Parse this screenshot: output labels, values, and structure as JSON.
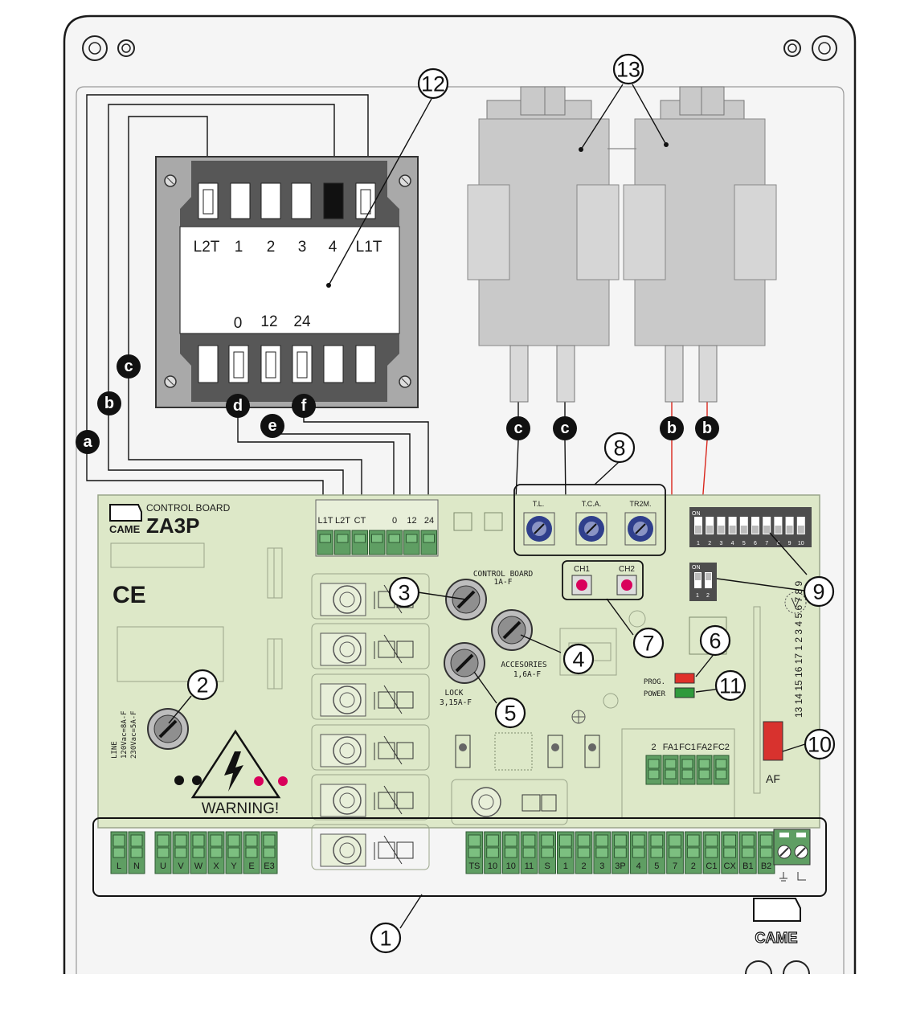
{
  "colors": {
    "board": "#dde8c8",
    "terminal": "#5f9e63",
    "enclosure": "#f4f4f4",
    "transformer_frame": "#a8a8a8",
    "capacitor": "#c9c9c9",
    "trimmer": "#2f3f8c",
    "button": "#d9005b",
    "led_prog": "#e0302a",
    "led_power": "#2f9a3c",
    "af_slot": "#d8322e",
    "wire_red": "#d9261c",
    "wire_black": "#111111"
  },
  "board": {
    "header": "CONTROL BOARD",
    "model": "ZA3P",
    "brand": "CAME",
    "ce_mark": "CE"
  },
  "transformer": {
    "top_labels": [
      "L2T",
      "1",
      "2",
      "3",
      "4",
      "L1T"
    ],
    "bottom_labels": [
      "0",
      "12",
      "24"
    ]
  },
  "terminals": {
    "transformer_block": [
      "L1T",
      "L2T",
      "CT",
      "",
      "0",
      "12",
      "24"
    ],
    "line": [
      "L",
      "N"
    ],
    "motors": [
      "U",
      "V",
      "W",
      "X",
      "Y",
      "E",
      "E3"
    ],
    "controls": [
      "TS",
      "10",
      "10",
      "11",
      "S",
      "1",
      "2",
      "3",
      "3P",
      "4",
      "5",
      "7",
      "2",
      "C1",
      "CX",
      "B1",
      "B2"
    ],
    "limit_switches": [
      "2",
      "FA1",
      "FC1",
      "FA2",
      "FC2"
    ]
  },
  "fuses": {
    "line": [
      "LINE",
      "120Vac=8A-F",
      "230Vac=5A-F"
    ],
    "control_board": [
      "CONTROL BOARD",
      "1A-F"
    ],
    "accessories": [
      "ACCESORIES",
      "1,6A-F"
    ],
    "lock": [
      "LOCK",
      "3,15A-F"
    ]
  },
  "trimmers": [
    "T.L.",
    "T.C.A.",
    "TR2M."
  ],
  "buttons": [
    "CH1",
    "CH2"
  ],
  "leds": [
    "PROG.",
    "POWER"
  ],
  "dip10": {
    "on_label": "ON",
    "numbers": [
      "1",
      "2",
      "3",
      "4",
      "5",
      "6",
      "7",
      "8",
      "9",
      "10"
    ]
  },
  "dip2": {
    "on_label": "ON",
    "numbers": [
      "1",
      "2"
    ]
  },
  "radio_slot": {
    "label": "AF",
    "numbers": "13 14 15 16 17 1 2 3 4 5 6 7 8 9"
  },
  "warning": "WARNING!",
  "logo_text": "CAME",
  "callouts": [
    "1",
    "2",
    "3",
    "4",
    "5",
    "6",
    "7",
    "8",
    "9",
    "10",
    "11",
    "12",
    "13"
  ],
  "wire_markers": [
    "a",
    "b",
    "c",
    "d",
    "e",
    "f",
    "c",
    "c",
    "b",
    "b"
  ]
}
